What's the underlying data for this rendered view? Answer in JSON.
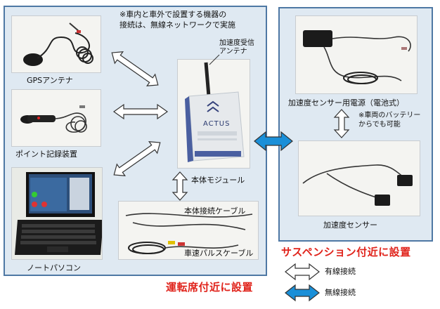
{
  "note_top": [
    "※車内と車外で設置する機器の",
    "接続は、無線ネットワークで実施"
  ],
  "devices": {
    "gps": "GPSアンテナ",
    "point_recorder": "ポイント記録装置",
    "laptop": "ノートパソコン",
    "antenna": [
      "加速度受信",
      "アンテナ"
    ],
    "module": "本体モジュール",
    "module_brand": "ACTUS",
    "cable_main": "本体接続ケーブル",
    "cable_speed": "車速パルスケーブル",
    "accel_power": "加速度センサー用電源（電池式）",
    "accel_power_note": [
      "※車両のバッテリー",
      "からでも可能"
    ],
    "accel_sensor": "加速度センサー"
  },
  "areas": {
    "driver_seat": "運転席付近に設置",
    "suspension": "サスペンション付近に設置"
  },
  "legend": {
    "wired": "有線接続",
    "wireless": "無線接続"
  },
  "colors": {
    "panel_fill": "#dfe9f2",
    "panel_border": "#4e78a4",
    "area_title": "#e0231b",
    "wired_arrow": "#ffffff",
    "wireless_arrow": "#1a8fd8"
  }
}
